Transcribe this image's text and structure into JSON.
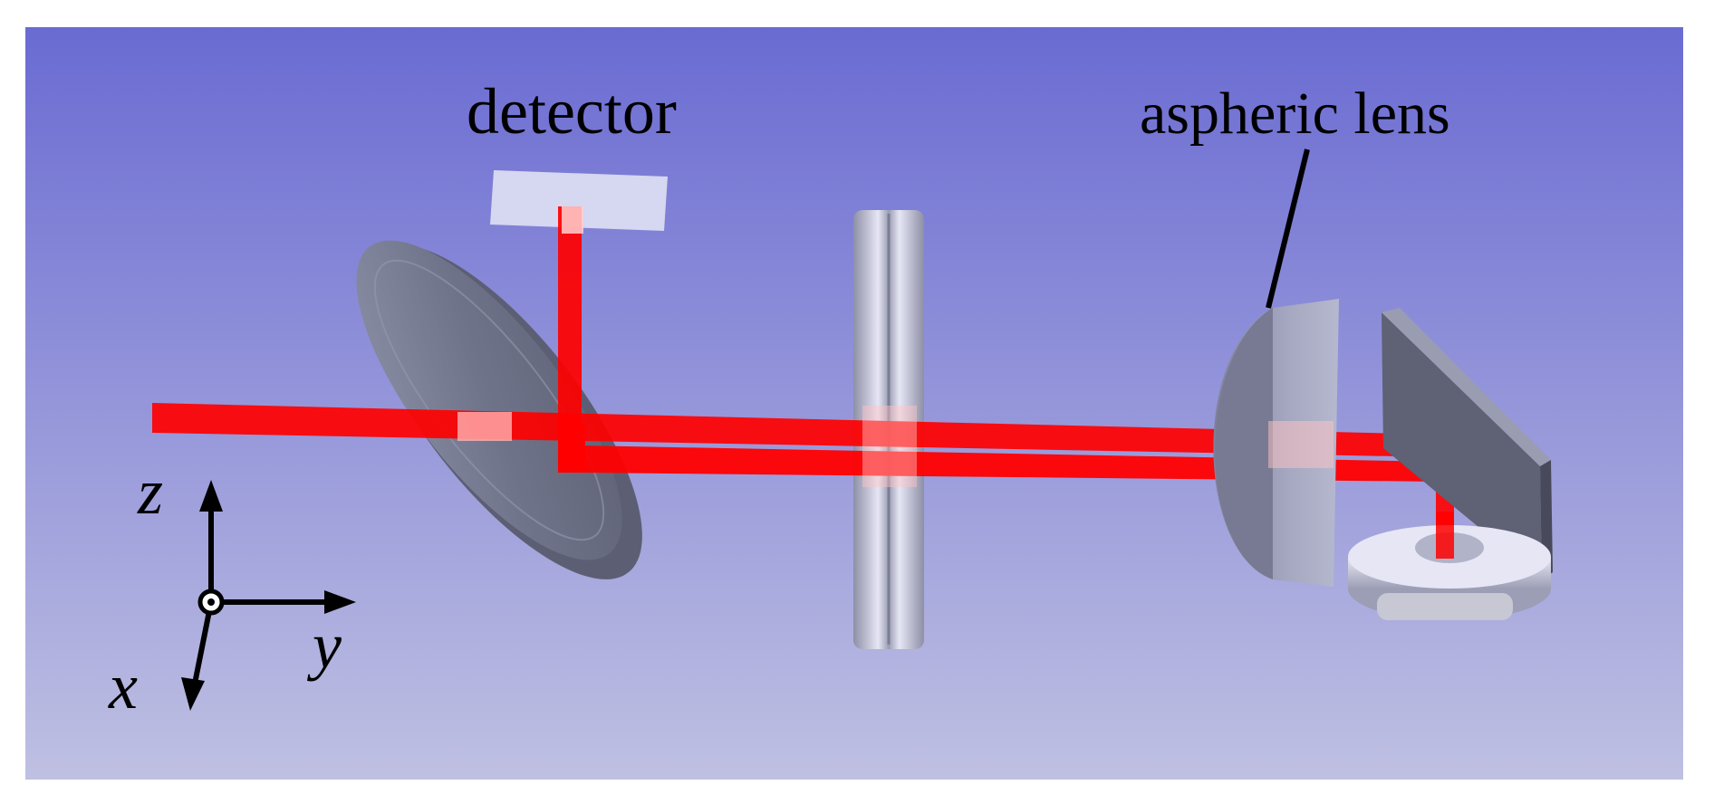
{
  "labels": {
    "detector": "detector",
    "aspheric_lens": "aspheric lens"
  },
  "axes": {
    "z": "z",
    "y": "y",
    "x": "x"
  },
  "colors": {
    "background_top": "#6a6bd2",
    "background_bottom": "#bfc0e2",
    "beam": "#ff0000",
    "optic_gray": "#767a90",
    "optic_light": "#dcdcf0",
    "detector_fill": "#dddef2"
  }
}
